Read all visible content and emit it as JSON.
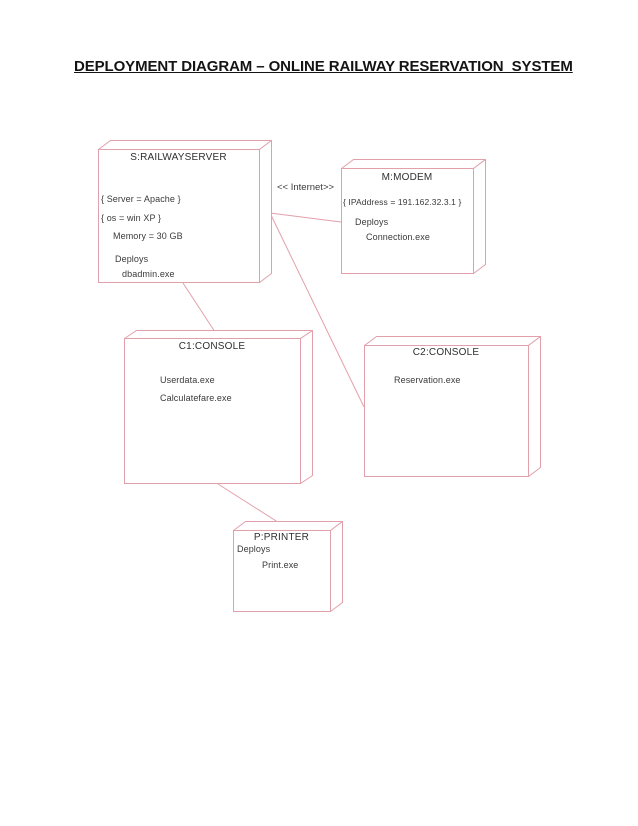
{
  "page": {
    "title": "DEPLOYMENT DIAGRAM – ONLINE RAILWAY RESERVATION  SYSTEM"
  },
  "colors": {
    "background": "#ffffff",
    "node_stroke": "#e2a0aa",
    "connector": "#e2a0aa",
    "body_text": "#3a3a3a",
    "heading_text": "#141414"
  },
  "diagram": {
    "connector_label": "<< Internet>>",
    "nodes": {
      "server": {
        "title": "S:RAILWAYSERVER",
        "attr_server": "{ Server = Apache }",
        "attr_os": "{ os = win XP }",
        "attr_memory": "Memory = 30 GB",
        "deploys_label": "Deploys",
        "artifact1": "dbadmin.exe"
      },
      "modem": {
        "title": "M:MODEM",
        "attr_ip": "{ IPAddress = 191.162.32.3.1 }",
        "deploys_label": "Deploys",
        "artifact1": "Connection.exe"
      },
      "console1": {
        "title": "C1:CONSOLE",
        "artifact1": "Userdata.exe",
        "artifact2": "Calculatefare.exe"
      },
      "console2": {
        "title": "C2:CONSOLE",
        "artifact1": "Reservation.exe"
      },
      "printer": {
        "title": "P:PRINTER",
        "deploys_label": "Deploys",
        "artifact1": "Print.exe"
      }
    }
  }
}
